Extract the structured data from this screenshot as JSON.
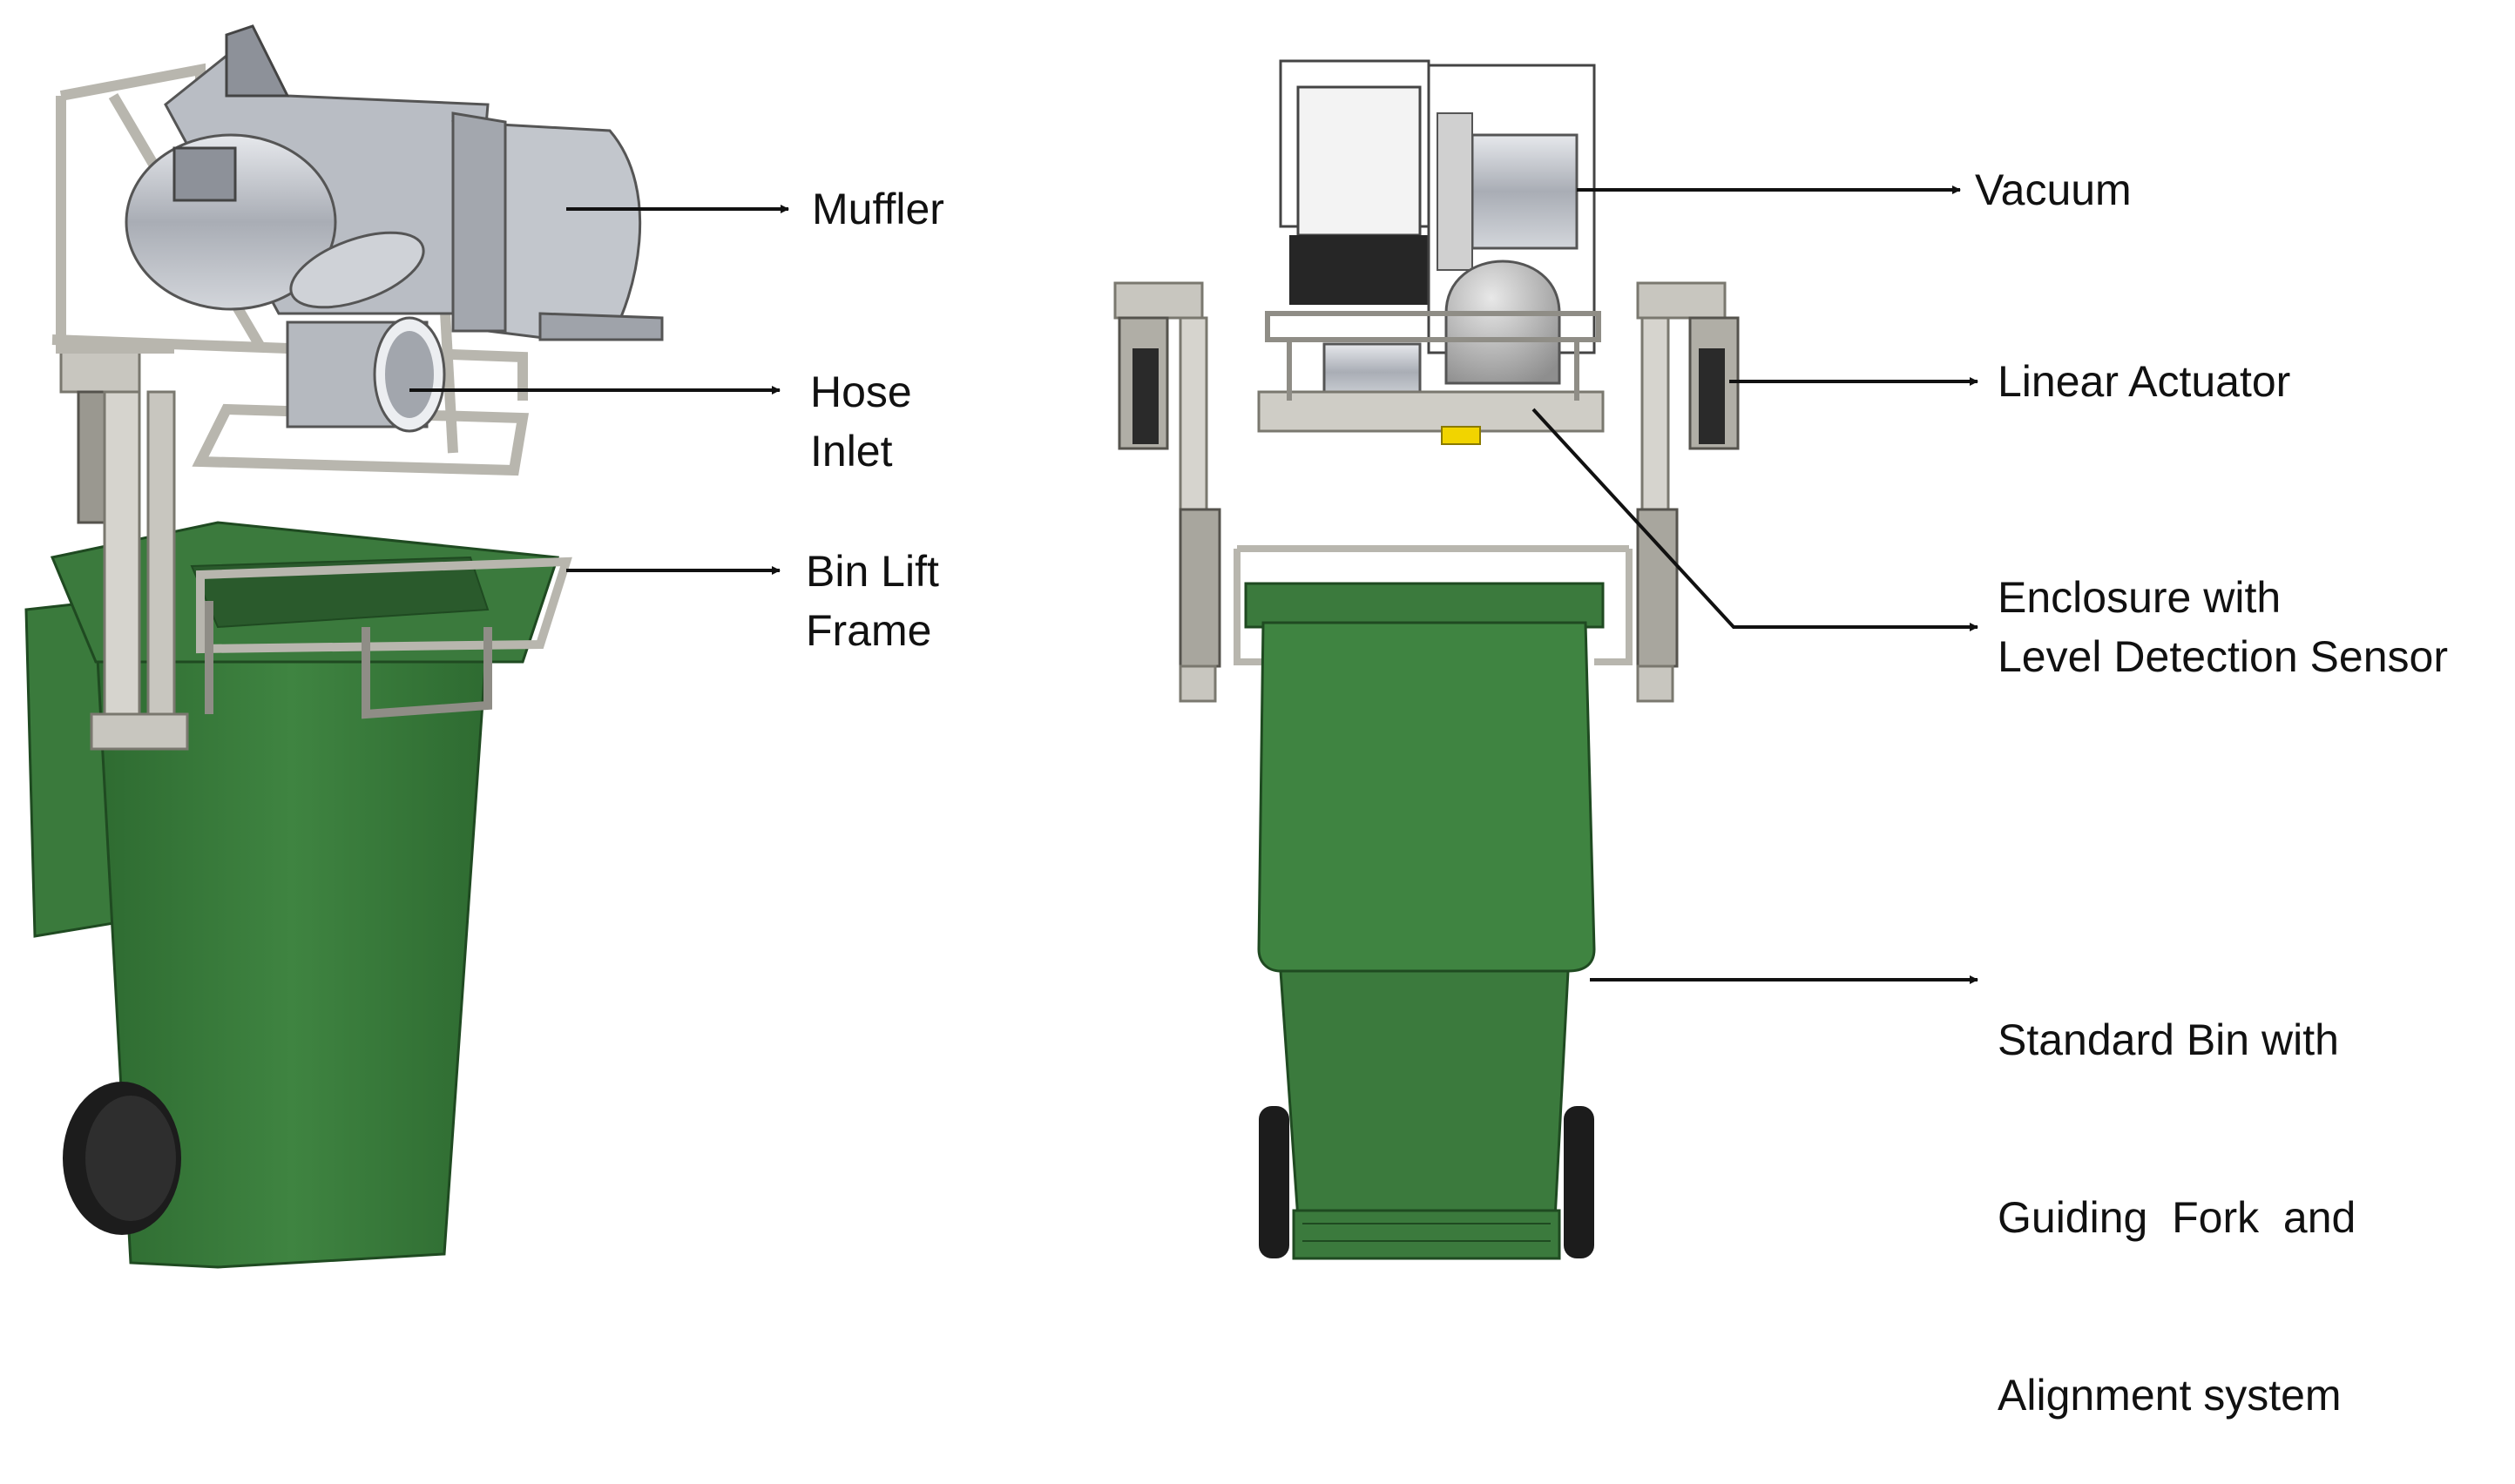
{
  "figure": {
    "left_view": {
      "labels": {
        "muffler": "Muffler",
        "hose_inlet": [
          "Hose",
          "Inlet"
        ],
        "bin_lift_frame": [
          "Bin Lift",
          "Frame"
        ]
      }
    },
    "right_view": {
      "labels": {
        "vacuum": "Vacuum",
        "linear_actuator": "Linear Actuator",
        "enclosure": [
          "Enclosure with",
          "Level Detection Sensor"
        ],
        "standard_bin": [
          "Standard Bin with",
          "Guiding  Fork  and",
          "Alignment system"
        ]
      }
    },
    "colors": {
      "bin_green": "#3b7a3d",
      "bin_green_dark": "#2a5a2c",
      "frame_gray": "#c8c6bf",
      "metal": "#b9bcc2",
      "wheel": "#1c1c1c",
      "arrow": "#111111",
      "sensor_yellow": "#f1d400"
    }
  }
}
